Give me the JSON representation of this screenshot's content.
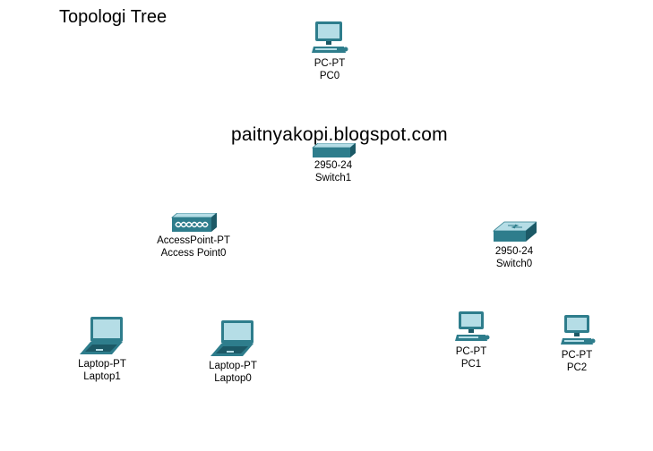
{
  "title": "Topologi Tree",
  "watermark": "paitnyakopi.blogspot.com",
  "colors": {
    "device_teal": "#2e7d8c",
    "device_light": "#b5dde6",
    "device_dark": "#1c5966"
  },
  "devices": [
    {
      "id": "pc0",
      "icon": "pc-icon",
      "model": "PC-PT",
      "name": "PC0"
    },
    {
      "id": "switch1",
      "icon": "switch-icon",
      "model": "2950-24",
      "name": "Switch1"
    },
    {
      "id": "accesspoint0",
      "icon": "access-point-icon",
      "model": "AccessPoint-PT",
      "name": "Access Point0"
    },
    {
      "id": "switch0",
      "icon": "switch-icon",
      "model": "2950-24",
      "name": "Switch0"
    },
    {
      "id": "laptop1",
      "icon": "laptop-icon",
      "model": "Laptop-PT",
      "name": "Laptop1"
    },
    {
      "id": "laptop0",
      "icon": "laptop-icon",
      "model": "Laptop-PT",
      "name": "Laptop0"
    },
    {
      "id": "pc1",
      "icon": "pc-icon",
      "model": "PC-PT",
      "name": "PC1"
    },
    {
      "id": "pc2",
      "icon": "pc-icon",
      "model": "PC-PT",
      "name": "PC2"
    }
  ]
}
